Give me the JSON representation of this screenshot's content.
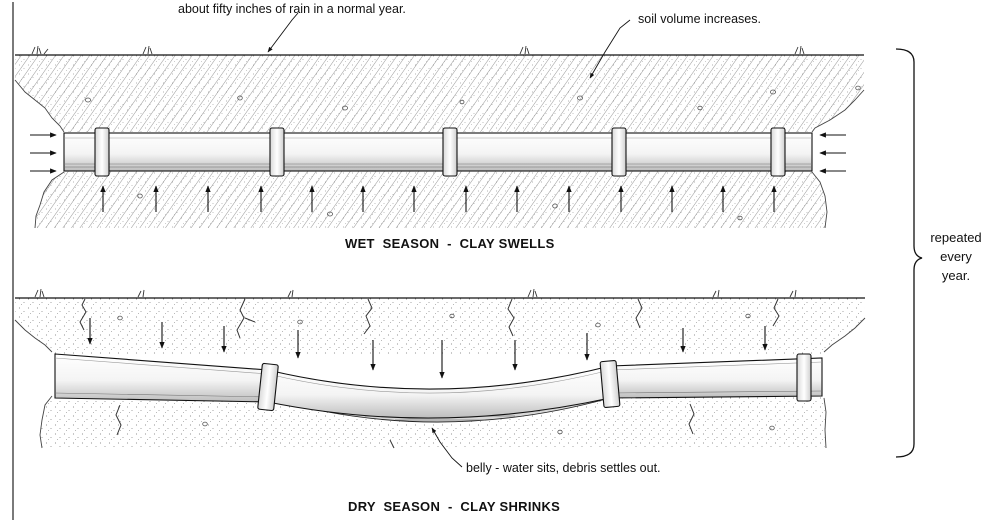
{
  "annotations": {
    "rain": "about fifty inches of rain in a normal year.",
    "soil_volume": "soil volume increases.",
    "belly": "belly - water sits, debris settles out."
  },
  "captions": {
    "wet": "WET  SEASON  -  CLAY SWELLS",
    "dry": "DRY  SEASON  -  CLAY SHRINKS"
  },
  "side_note": {
    "line1": "repeated",
    "line2": "every",
    "line3": "year."
  }
}
